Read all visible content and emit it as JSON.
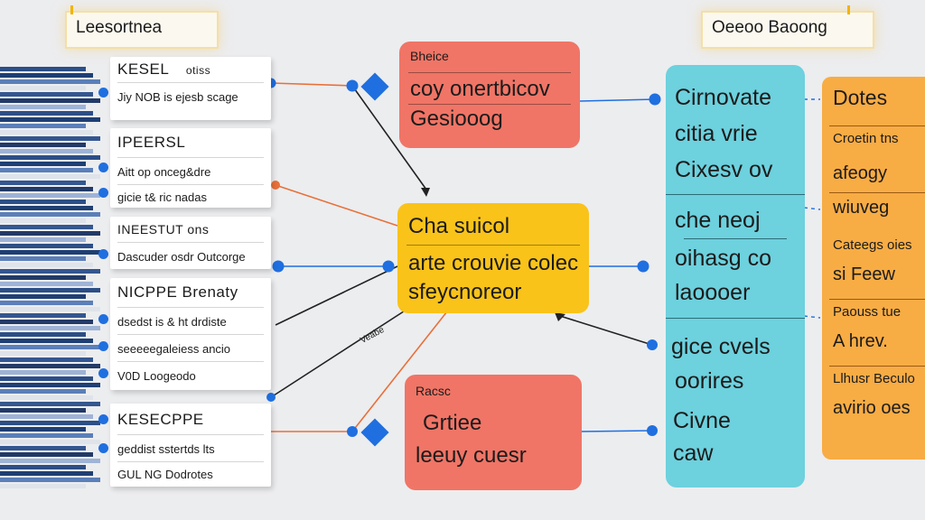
{
  "colors": {
    "blue": "#1f6fe0",
    "orange_line": "#e8703a",
    "red_box": "#f07566",
    "yellow_box": "#f9c31a",
    "cyan_col": "#6dd1de",
    "orange_col": "#f8ac44"
  },
  "top_left_tag": "Leesortnea",
  "top_right_tag": "Oeeoo Baoong",
  "cards": [
    {
      "title": "KESEL",
      "title_right": "otiss",
      "rows": [
        "Jiy NOB is ejesb scage"
      ]
    },
    {
      "title": "IPEERSL",
      "rows": [
        "Aitt op onceg&dre",
        "gicie t& ric nadas"
      ]
    },
    {
      "title": "INEESTUT ons",
      "rows": [
        "Dascuder osdr Outcorge"
      ]
    },
    {
      "title": "NICPPE Brenaty",
      "rows": [
        "dsedst is & ht drdiste",
        "seeeeegaleiess ancio",
        "V0D Loogeodo"
      ]
    },
    {
      "title": "KESECPPE",
      "rows": [
        "geddist sstertds lts",
        "GUL NG Dodrotes"
      ]
    }
  ],
  "box_top": {
    "header": "Bheice",
    "lines": [
      "coy onertbicov",
      "Gesiooog"
    ]
  },
  "box_center": {
    "lines": [
      "Cha suicol",
      "arte crouvie colec",
      "sfeycnoreor"
    ]
  },
  "box_bottom": {
    "header": "Racsc",
    "lines": [
      "Grtiee",
      "leeuy cuesr"
    ]
  },
  "connector_label": "Veabe",
  "cyan_column": {
    "groups": [
      [
        "Cirnovate",
        "citia vrie",
        "Cixesv ov"
      ],
      [
        "che neoj",
        "oihasg co",
        "laoooer"
      ],
      [
        "gice cvels",
        "oorires",
        "Civne",
        "caw"
      ]
    ]
  },
  "orange_column": {
    "items": [
      {
        "text": "Dotes",
        "size": "lg"
      },
      {
        "text": "Croetin tns",
        "size": "sm"
      },
      {
        "text": "afeogy",
        "size": "md"
      },
      {
        "text": "wiuveg",
        "size": "md"
      },
      {
        "text": "Cateegs oies",
        "size": "sm"
      },
      {
        "text": "si Feew",
        "size": "md"
      },
      {
        "text": "Paouss tue",
        "size": "sm"
      },
      {
        "text": "A hrev.",
        "size": "md"
      },
      {
        "text": "Llhusr Beculo",
        "size": "sm"
      },
      {
        "text": "avirio oes",
        "size": "md"
      }
    ]
  }
}
